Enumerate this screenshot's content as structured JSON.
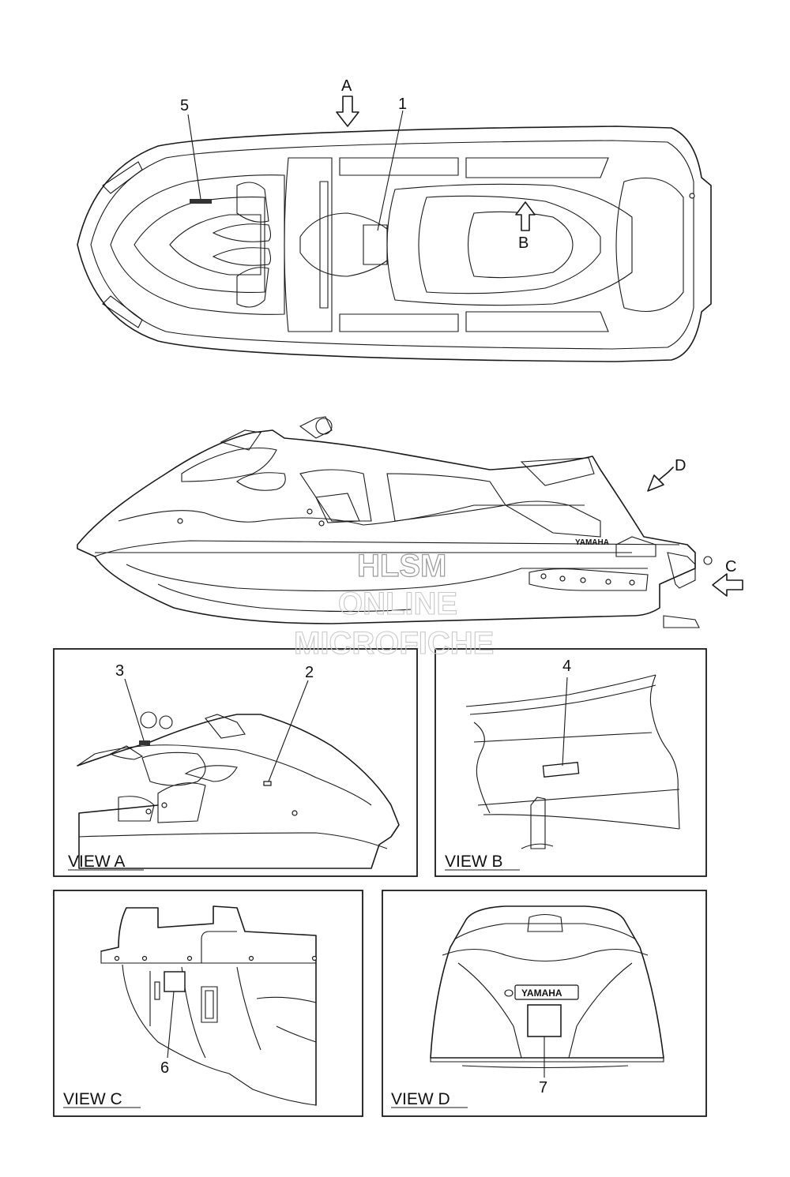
{
  "callouts": {
    "c1": "1",
    "c2": "2",
    "c3": "3",
    "c4": "4",
    "c5": "5",
    "c6": "6",
    "c7": "7"
  },
  "view_arrows": {
    "a": "A",
    "b": "B",
    "c": "C",
    "d": "D"
  },
  "view_labels": {
    "view_a": "VIEW A",
    "view_b": "VIEW B",
    "view_c": "VIEW C",
    "view_d": "VIEW D"
  },
  "brand": {
    "side": "YAMAHA",
    "rear": "YAMAHA"
  },
  "watermark": {
    "line1": "HLSM",
    "line2": "ONLINE",
    "line3": "MICROFICHE"
  }
}
